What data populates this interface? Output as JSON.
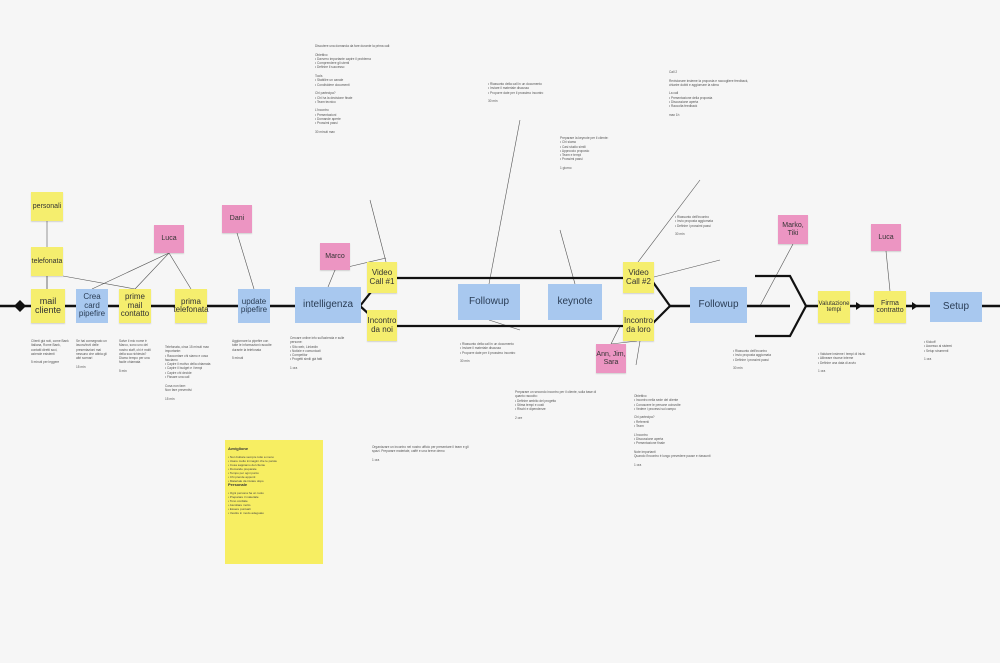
{
  "journey": {
    "nodes": [
      {
        "id": "mail-cliente",
        "label": "mail cliente",
        "kind": "yellow"
      },
      {
        "id": "crea-card",
        "label": "Crea card pipefire",
        "kind": "blue"
      },
      {
        "id": "prime-mail",
        "label": "prime mail contatto",
        "kind": "yellow"
      },
      {
        "id": "prima-telefonata",
        "label": "prima telefonata",
        "kind": "yellow"
      },
      {
        "id": "update-pipefire",
        "label": "update pipefire",
        "kind": "blue"
      },
      {
        "id": "intelligenza",
        "label": "intelligenza",
        "kind": "blue"
      },
      {
        "id": "video-call-1",
        "label": "Video Call #1",
        "kind": "yellow"
      },
      {
        "id": "incontro-da-noi",
        "label": "Incontro da noi",
        "kind": "yellow"
      },
      {
        "id": "followup-1",
        "label": "Followup",
        "kind": "blue"
      },
      {
        "id": "keynote",
        "label": "keynote",
        "kind": "blue"
      },
      {
        "id": "video-call-2",
        "label": "Video Call #2",
        "kind": "yellow"
      },
      {
        "id": "incontro-da-loro",
        "label": "Incontro da loro",
        "kind": "yellow"
      },
      {
        "id": "followup-2",
        "label": "Followup",
        "kind": "blue"
      },
      {
        "id": "valutazione-tempi",
        "label": "Valutazione tempi",
        "kind": "yellow"
      },
      {
        "id": "firma-contratto",
        "label": "Firma contratto",
        "kind": "yellow"
      },
      {
        "id": "setup",
        "label": "Setup",
        "kind": "blue"
      }
    ],
    "sources": [
      {
        "id": "personali",
        "label": "personali"
      },
      {
        "id": "telefonata",
        "label": "telefonata"
      }
    ],
    "roles": [
      {
        "id": "luca-1",
        "label": "Luca"
      },
      {
        "id": "dani",
        "label": "Dani"
      },
      {
        "id": "marco",
        "label": "Marco"
      },
      {
        "id": "ann-jim-sara",
        "label": "Ann, Jim, Sara"
      },
      {
        "id": "marko-tiki",
        "label": "Marko, Tiki"
      },
      {
        "id": "luca-2",
        "label": "Luca"
      }
    ]
  },
  "notes": {
    "mail-cliente": "Clienti già noti, come Bank Italiana, Rome Bank, contatti diretti soci, aziende esistenti\n\n5 minuti per leggere",
    "crea-card": "Se hai consegnato un lavoro/invii delle presentazioni mai nessuno che abbia gli altri scenari\n\n15 min",
    "prime-mail": "Salve il mio nome è Marco, sono uno del nostro staff, chi è molti della sua richiesta? Diamo tempo per una facile chiamata\n\n5 min",
    "prima-telefonata": "Telefonata, circa 15 minuti max importante:\n• Raccontare chi siamo e cosa facciamo\n• Capire il motivo della chiamata\n• Capire il budget e i tempi\n• Capire chi decide\n• Fissare una call\n\nCosa non fare:\nNon fare preventivi\n\n15 min",
    "update-pipefire": "Aggiornare la pipefire con tutte le informazioni raccolte durante la telefonata\n\n5 minuti",
    "intelligenza": "Cercare online info sull'azienda e sulle persone:\n• Sito web, Linkedin\n• Notizie e comunicati\n• Competitor\n• Progetti simili già fatti\n\n1 ora",
    "call-1": "Discutere una domanda da fare durante la prima call:\n\nObiettivo\n• Davvero importante capire il problema\n• Comprendere gli utenti\n• Definire il successo\n\nTools\n• Stabilire un canale\n• Condividere documenti\n\nChi partecipa?\n• Chi ha la decisione finale\n• Team tecnico\n\nL'incontro\n• Presentazioni\n• Domande aperte\n• Prossimi passi\n\n30 minuti max",
    "incontro-noi": "Organizzare un incontro nel nostro ufficio per presentare il team e gli spazi. Preparare materiale, caffè e una breve demo\n\n1 ora",
    "followup-1": "• Riassunto della call in un documento\n• Inviare il materiale discusso\n• Proporre date per il prossimo incontro\n\n30 min",
    "keynote": "Preparare la keynote per il cliente:\n• Chi siamo\n• Casi studio simili\n• Approccio proposto\n• Team e tempi\n• Prossimi passi\n\n1 giorno",
    "proposta": "Preparare un secondo incontro per il cliente, sulla base di quanto raccolto:\n• Definire ambito del progetto\n• Stima tempi e costi\n• Rischi e dipendenze\n\n2 ore",
    "call-2": "Call 2\n\nRevisionare insieme la proposta e raccogliere feedback, chiarire dubbi e aggiornare la stima\n\nLa call\n• Presentazione della proposta\n• Discussione aperta\n• Raccolta feedback\n\nmax 1h",
    "incontro-loro": "Obiettivo\n• Incontro nella sede del cliente\n• Conoscere le persone coinvolte\n• Vedere i processi sul campo\n\nChi partecipa?\n• Referenti\n• Team\n\nL'incontro\n• Discussione aperta\n• Presentazione finale\n\nNote importanti\nQuando l'incontro è lungo prevedere pause e riassunti\n\n1 ora",
    "followup-2": "• Riassunto dell'incontro\n• Invio proposta aggiornata\n• Definire i prossimi passi\n\n30 min",
    "valutazione": "• Valutare insieme i tempi di inizio\n• Allineare risorse interne\n• Definire una data di avvio\n\n1 ora",
    "setup": "• Kickoff\n• Accesso ai sistemi\n• Setup strumenti\n\n1 ora"
  },
  "checklist": {
    "title_1": "Avviglione",
    "items_1": "• Non buttare sempre tutto a meno\n• Usare molto immagini che le parole\n• Cosa sappiamo del cliente\n• Domande preparate\n• Tempo per ogni punto\n• Chi prende appunti\n• Materiale da inviare dopo",
    "title_2": "Personale",
    "items_2": "• Ogni persona ha un ruolo\n• Preparare il materiale\n• Tono cordiale\n• Ascoltare molto\n• Essere puntuali\n• Vestire in modo adeguato"
  },
  "colors": {
    "blue": "#a8c8ef",
    "yellow": "#f5ee6e",
    "pink": "#ec95c2",
    "line": "#111111",
    "connector": "#555555"
  }
}
